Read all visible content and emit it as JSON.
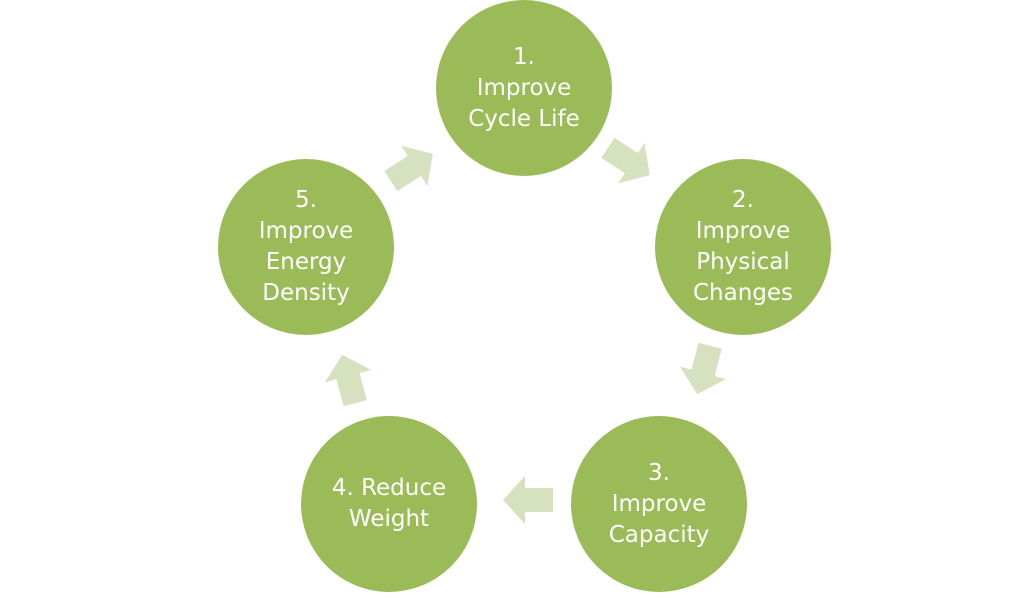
{
  "colors": {
    "node_fill": "#9bbb59",
    "arrow_fill": "#d6e1c0",
    "text": "#ffffff"
  },
  "nodes": [
    {
      "label": "1.\nImprove\nCycle Life"
    },
    {
      "label": "2.\nImprove\nPhysical\nChanges"
    },
    {
      "label": "3.\nImprove\nCapacity"
    },
    {
      "label": "4. Reduce\nWeight"
    },
    {
      "label": "5.\nImprove\nEnergy\nDensity"
    }
  ],
  "flow": [
    {
      "from": 1,
      "to": 2
    },
    {
      "from": 2,
      "to": 3
    },
    {
      "from": 3,
      "to": 4
    },
    {
      "from": 4,
      "to": 5
    },
    {
      "from": 5,
      "to": 1
    }
  ]
}
